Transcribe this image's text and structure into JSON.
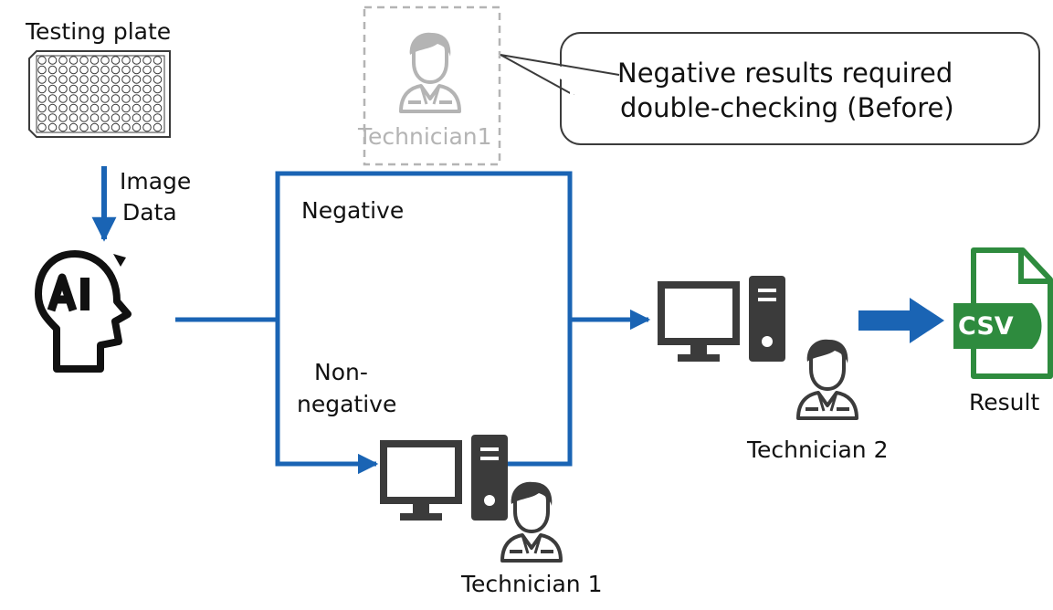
{
  "top_cropped_text": "",
  "testing_plate": {
    "label": "Testing plate"
  },
  "image_data": {
    "line1": "Image",
    "line2": "Data"
  },
  "ghost_technician": {
    "label": "Technician1"
  },
  "callout": {
    "line1": "Negative results required",
    "line2": "double-checking (Before)"
  },
  "branches": {
    "negative": "Negative",
    "non_negative_line1": "Non-",
    "non_negative_line2": "negative"
  },
  "technician_1": {
    "label": "Technician 1"
  },
  "technician_2": {
    "label": "Technician 2"
  },
  "result": {
    "label": "Result",
    "file_badge": "CSV"
  },
  "colors": {
    "flow_blue": "#1a64b4",
    "icon_dark": "#3b3b3b",
    "ghost_gray": "#b4b4b4",
    "csv_green": "#2e8b3e"
  }
}
